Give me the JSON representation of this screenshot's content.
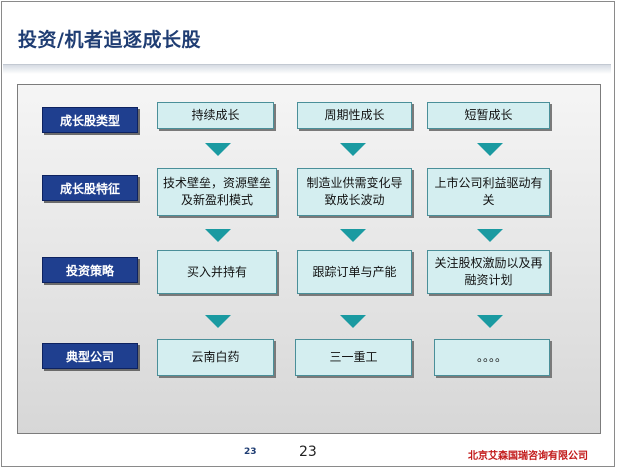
{
  "title": "投资/机者追逐成长股",
  "rows": [
    {
      "label": "成长股类型",
      "cells": [
        "持续成长",
        "周期性成长",
        "短暂成长"
      ]
    },
    {
      "label": "成长股特征",
      "cells": [
        "技术壁垒，资源壁垒及新盈利模式",
        "制造业供需变化导致成长波动",
        "上市公司利益驱动有关"
      ]
    },
    {
      "label": "投资策略",
      "cells": [
        "买入并持有",
        "跟踪订单与产能",
        "关注股权激励以及再融资计划"
      ]
    },
    {
      "label": "典型公司",
      "cells": [
        "云南白药",
        "三一重工",
        "。。。。"
      ]
    }
  ],
  "footer": {
    "slide_number_small": "23",
    "page_number": "23",
    "company": "北京艾森国瑞咨询有限公司"
  },
  "colors": {
    "title": "#1f3d73",
    "label_bg": "#1f3f8f",
    "box_bg": "#d4eef0",
    "arrow": "#1a9aa1",
    "company": "#c21a1a"
  }
}
